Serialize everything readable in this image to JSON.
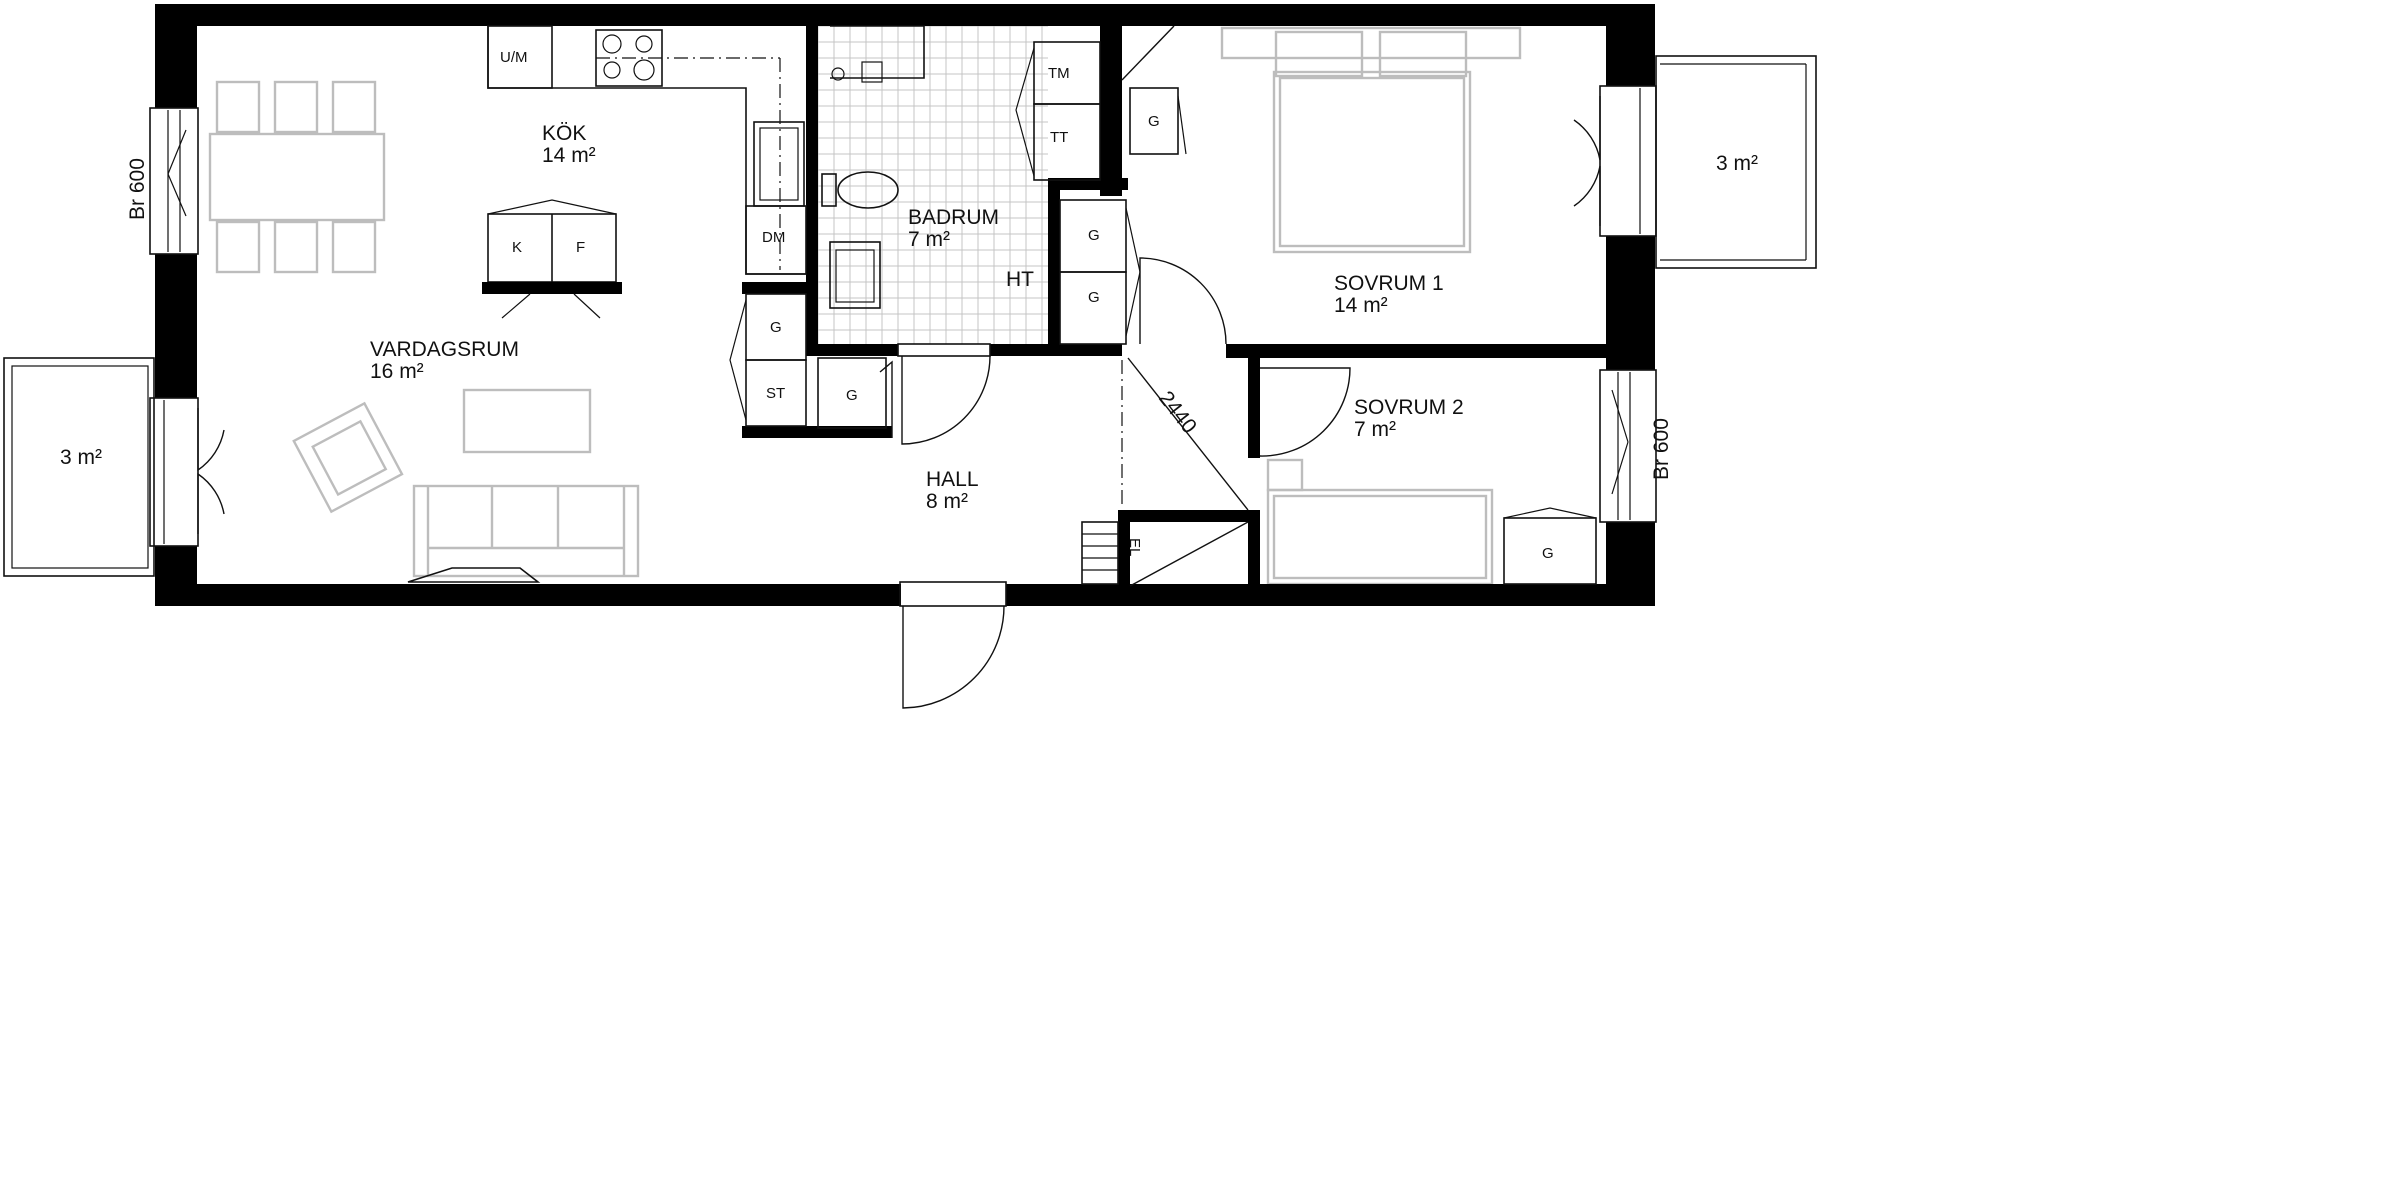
{
  "rooms": {
    "kok": {
      "name": "KÖK",
      "area": "14 m²"
    },
    "vardagsrum": {
      "name": "VARDAGSRUM",
      "area": "16 m²"
    },
    "badrum": {
      "name": "BADRUM",
      "area": "7 m²"
    },
    "sovrum1": {
      "name": "SOVRUM 1",
      "area": "14 m²"
    },
    "sovrum2": {
      "name": "SOVRUM 2",
      "area": "7 m²"
    },
    "hall": {
      "name": "HALL",
      "area": "8 m²"
    }
  },
  "balconies": {
    "west": {
      "area": "3 m²"
    },
    "east": {
      "area": "3 m²"
    }
  },
  "windows": {
    "west_label": "Br 600",
    "east_label": "Br 600"
  },
  "fixtures": {
    "fridge_freezer": "U/M",
    "dishwasher": "DM",
    "fridge": "K",
    "freezer": "F",
    "washing_machine": "TM",
    "tumble_dryer": "TT",
    "wardrobe": "G",
    "cleaning_cabinet": "ST",
    "hat_shelf": "HT",
    "electrical": "EL"
  },
  "dimensions": {
    "hall_diagonal": "2440"
  }
}
